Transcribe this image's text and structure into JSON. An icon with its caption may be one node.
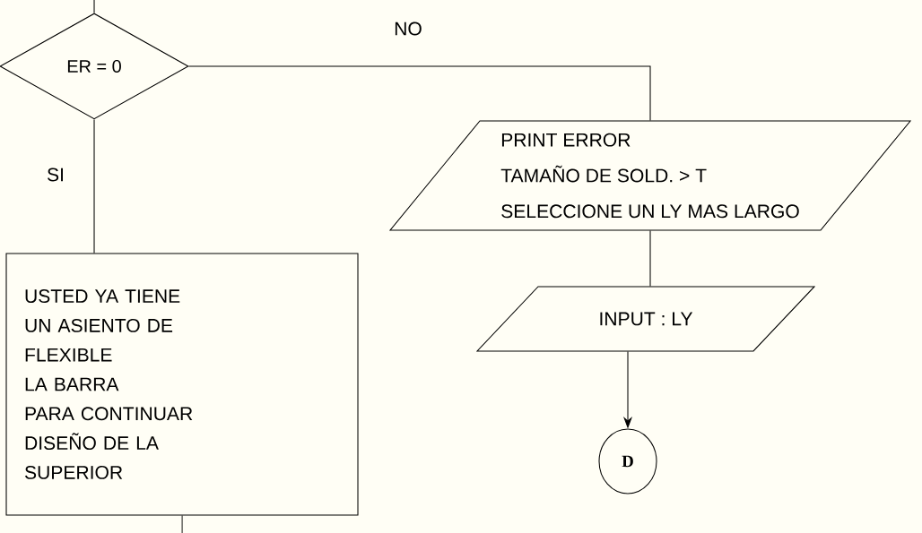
{
  "diagram": {
    "nodes": [
      {
        "text": [
          "ER = 0"
        ]
      },
      {
        "text": [
          "PRINT ERROR",
          "TAMAÑO DE SOLD. > T",
          "SELECCIONE UN LY MAS LARGO"
        ]
      },
      {
        "text": [
          "INPUT : LY"
        ]
      },
      {
        "text": [
          "D"
        ]
      },
      {
        "text": [
          "USTED YA TIENE",
          "UN ASIENTO DE",
          "FLEXIBLE",
          "LA BARRA",
          "PARA CONTINUAR",
          "DISEÑO DE LA",
          "SUPERIOR"
        ]
      }
    ],
    "edges": [
      {
        "from": null,
        "to": 0,
        "arrow": "none"
      },
      {
        "from": 0,
        "to": 1,
        "arrow": "none",
        "label": "NO"
      },
      {
        "from": 1,
        "to": 2,
        "arrow": "none"
      },
      {
        "from": 2,
        "to": 3,
        "arrow": "to"
      },
      {
        "from": 0,
        "to": 4,
        "arrow": "none",
        "label": "SI"
      },
      {
        "from": 4,
        "to": null,
        "arrow": "none"
      }
    ]
  }
}
